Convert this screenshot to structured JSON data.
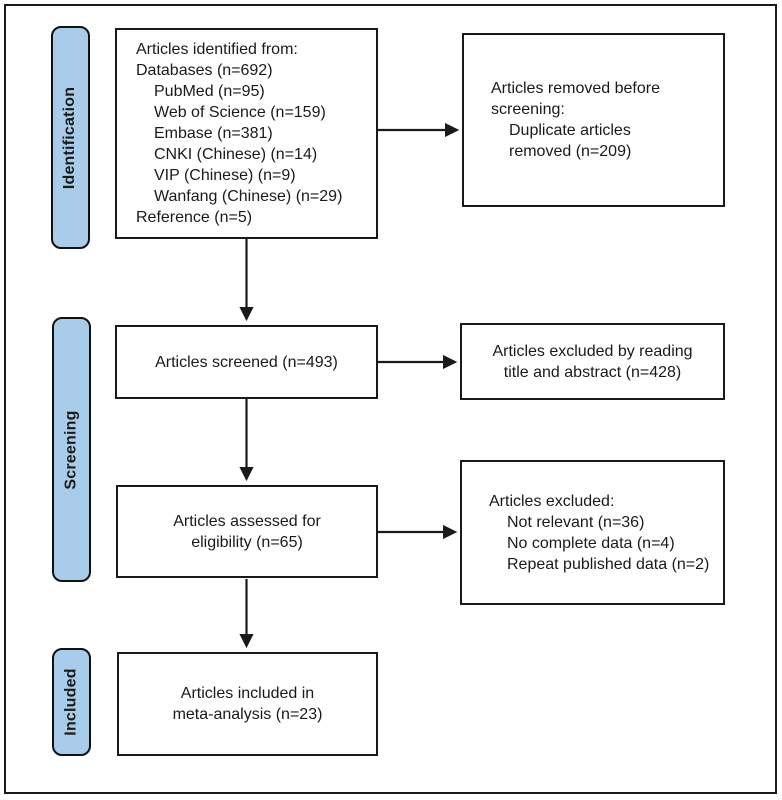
{
  "colors": {
    "stage_fill": "#a9cceb",
    "line_color": "#1a1a1a",
    "background": "#ffffff"
  },
  "stages": [
    {
      "label": "Identification"
    },
    {
      "label": "Screening"
    },
    {
      "label": "Included"
    }
  ],
  "boxes": {
    "identified": {
      "lines": [
        "Articles identified from:",
        "Databases (n=692)",
        "PubMed (n=95)",
        "Web of Science (n=159)",
        "Embase (n=381)",
        "CNKI (Chinese) (n=14)",
        "VIP (Chinese) (n=9)",
        "Wanfang (Chinese) (n=29)",
        "Reference (n=5)"
      ]
    },
    "removed_before_screening": {
      "lines": [
        "Articles removed before",
        "screening:",
        "Duplicate articles",
        "removed (n=209)"
      ]
    },
    "screened": {
      "lines": [
        "Articles screened (n=493)"
      ]
    },
    "excluded_by_title_abstract": {
      "lines": [
        "Articles excluded by reading",
        "title and abstract (n=428)"
      ]
    },
    "assessed_for_eligibility": {
      "lines": [
        "Articles assessed for",
        "eligibility (n=65)"
      ]
    },
    "excluded_full_text": {
      "lines": [
        "Articles excluded:",
        "Not relevant (n=36)",
        "No complete data (n=4)",
        "Repeat published data (n=2)"
      ]
    },
    "included_in_meta_analysis": {
      "lines": [
        "Articles included in",
        "meta-analysis (n=23)"
      ]
    }
  }
}
